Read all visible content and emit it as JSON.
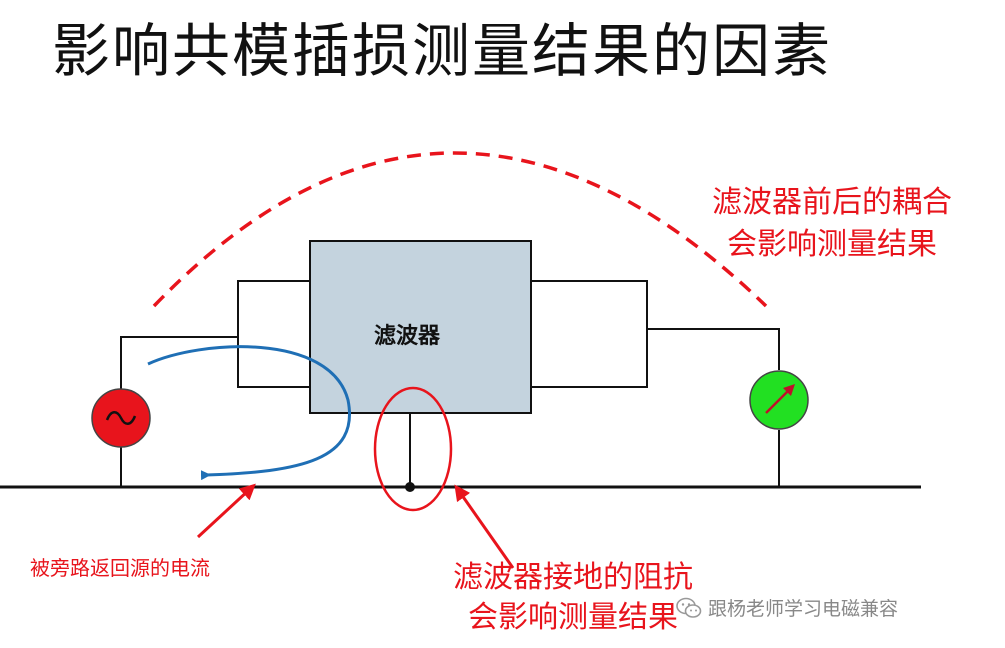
{
  "title": "影响共模插损测量结果的因素",
  "filter": {
    "label": "滤波器"
  },
  "annotations": {
    "coupling": {
      "line1": "滤波器前后的耦合",
      "line2": "会影响测量结果"
    },
    "bypass": "被旁路返回源的电流",
    "ground_impedance": {
      "line1": "滤波器接地的阻抗",
      "line2": "会影响测量结果"
    }
  },
  "watermark": {
    "text": "跟杨老师学习电磁兼容",
    "icon": "wechat-icon"
  },
  "components": {
    "source": {
      "icon": "ac-source-icon",
      "glyph": "~",
      "color": "#e8141c"
    },
    "meter": {
      "icon": "meter-icon",
      "color": "#22e022"
    }
  },
  "colors": {
    "annotation": "#e8141c",
    "current_path": "#1f6fb5",
    "filter_fill": "#c4d3de",
    "wire": "#111111"
  }
}
